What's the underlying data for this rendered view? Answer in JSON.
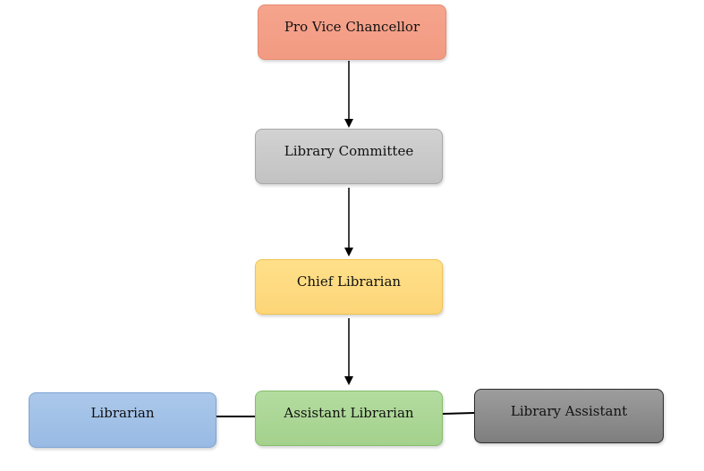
{
  "diagram": {
    "nodes": {
      "pro_vice_chancellor": "Pro Vice Chancellor",
      "library_committee": "Library Committee",
      "chief_librarian": "Chief Librarian",
      "assistant_librarian": "Assistant Librarian",
      "librarian": "Librarian",
      "library_assistant": "Library Assistant"
    },
    "edges": [
      {
        "from": "pro_vice_chancellor",
        "to": "library_committee",
        "type": "arrow"
      },
      {
        "from": "library_committee",
        "to": "chief_librarian",
        "type": "arrow"
      },
      {
        "from": "chief_librarian",
        "to": "assistant_librarian",
        "type": "arrow"
      },
      {
        "from": "librarian",
        "to": "assistant_librarian",
        "type": "line"
      },
      {
        "from": "assistant_librarian",
        "to": "library_assistant",
        "type": "line"
      }
    ],
    "colors": {
      "pro_vice_chancellor": "#f4a08a",
      "library_committee": "#c8c8c8",
      "chief_librarian": "#fedb80",
      "assistant_librarian": "#a9d594",
      "librarian": "#a2c1e7",
      "library_assistant": "#8a8a8a",
      "connector": "#000000"
    }
  }
}
